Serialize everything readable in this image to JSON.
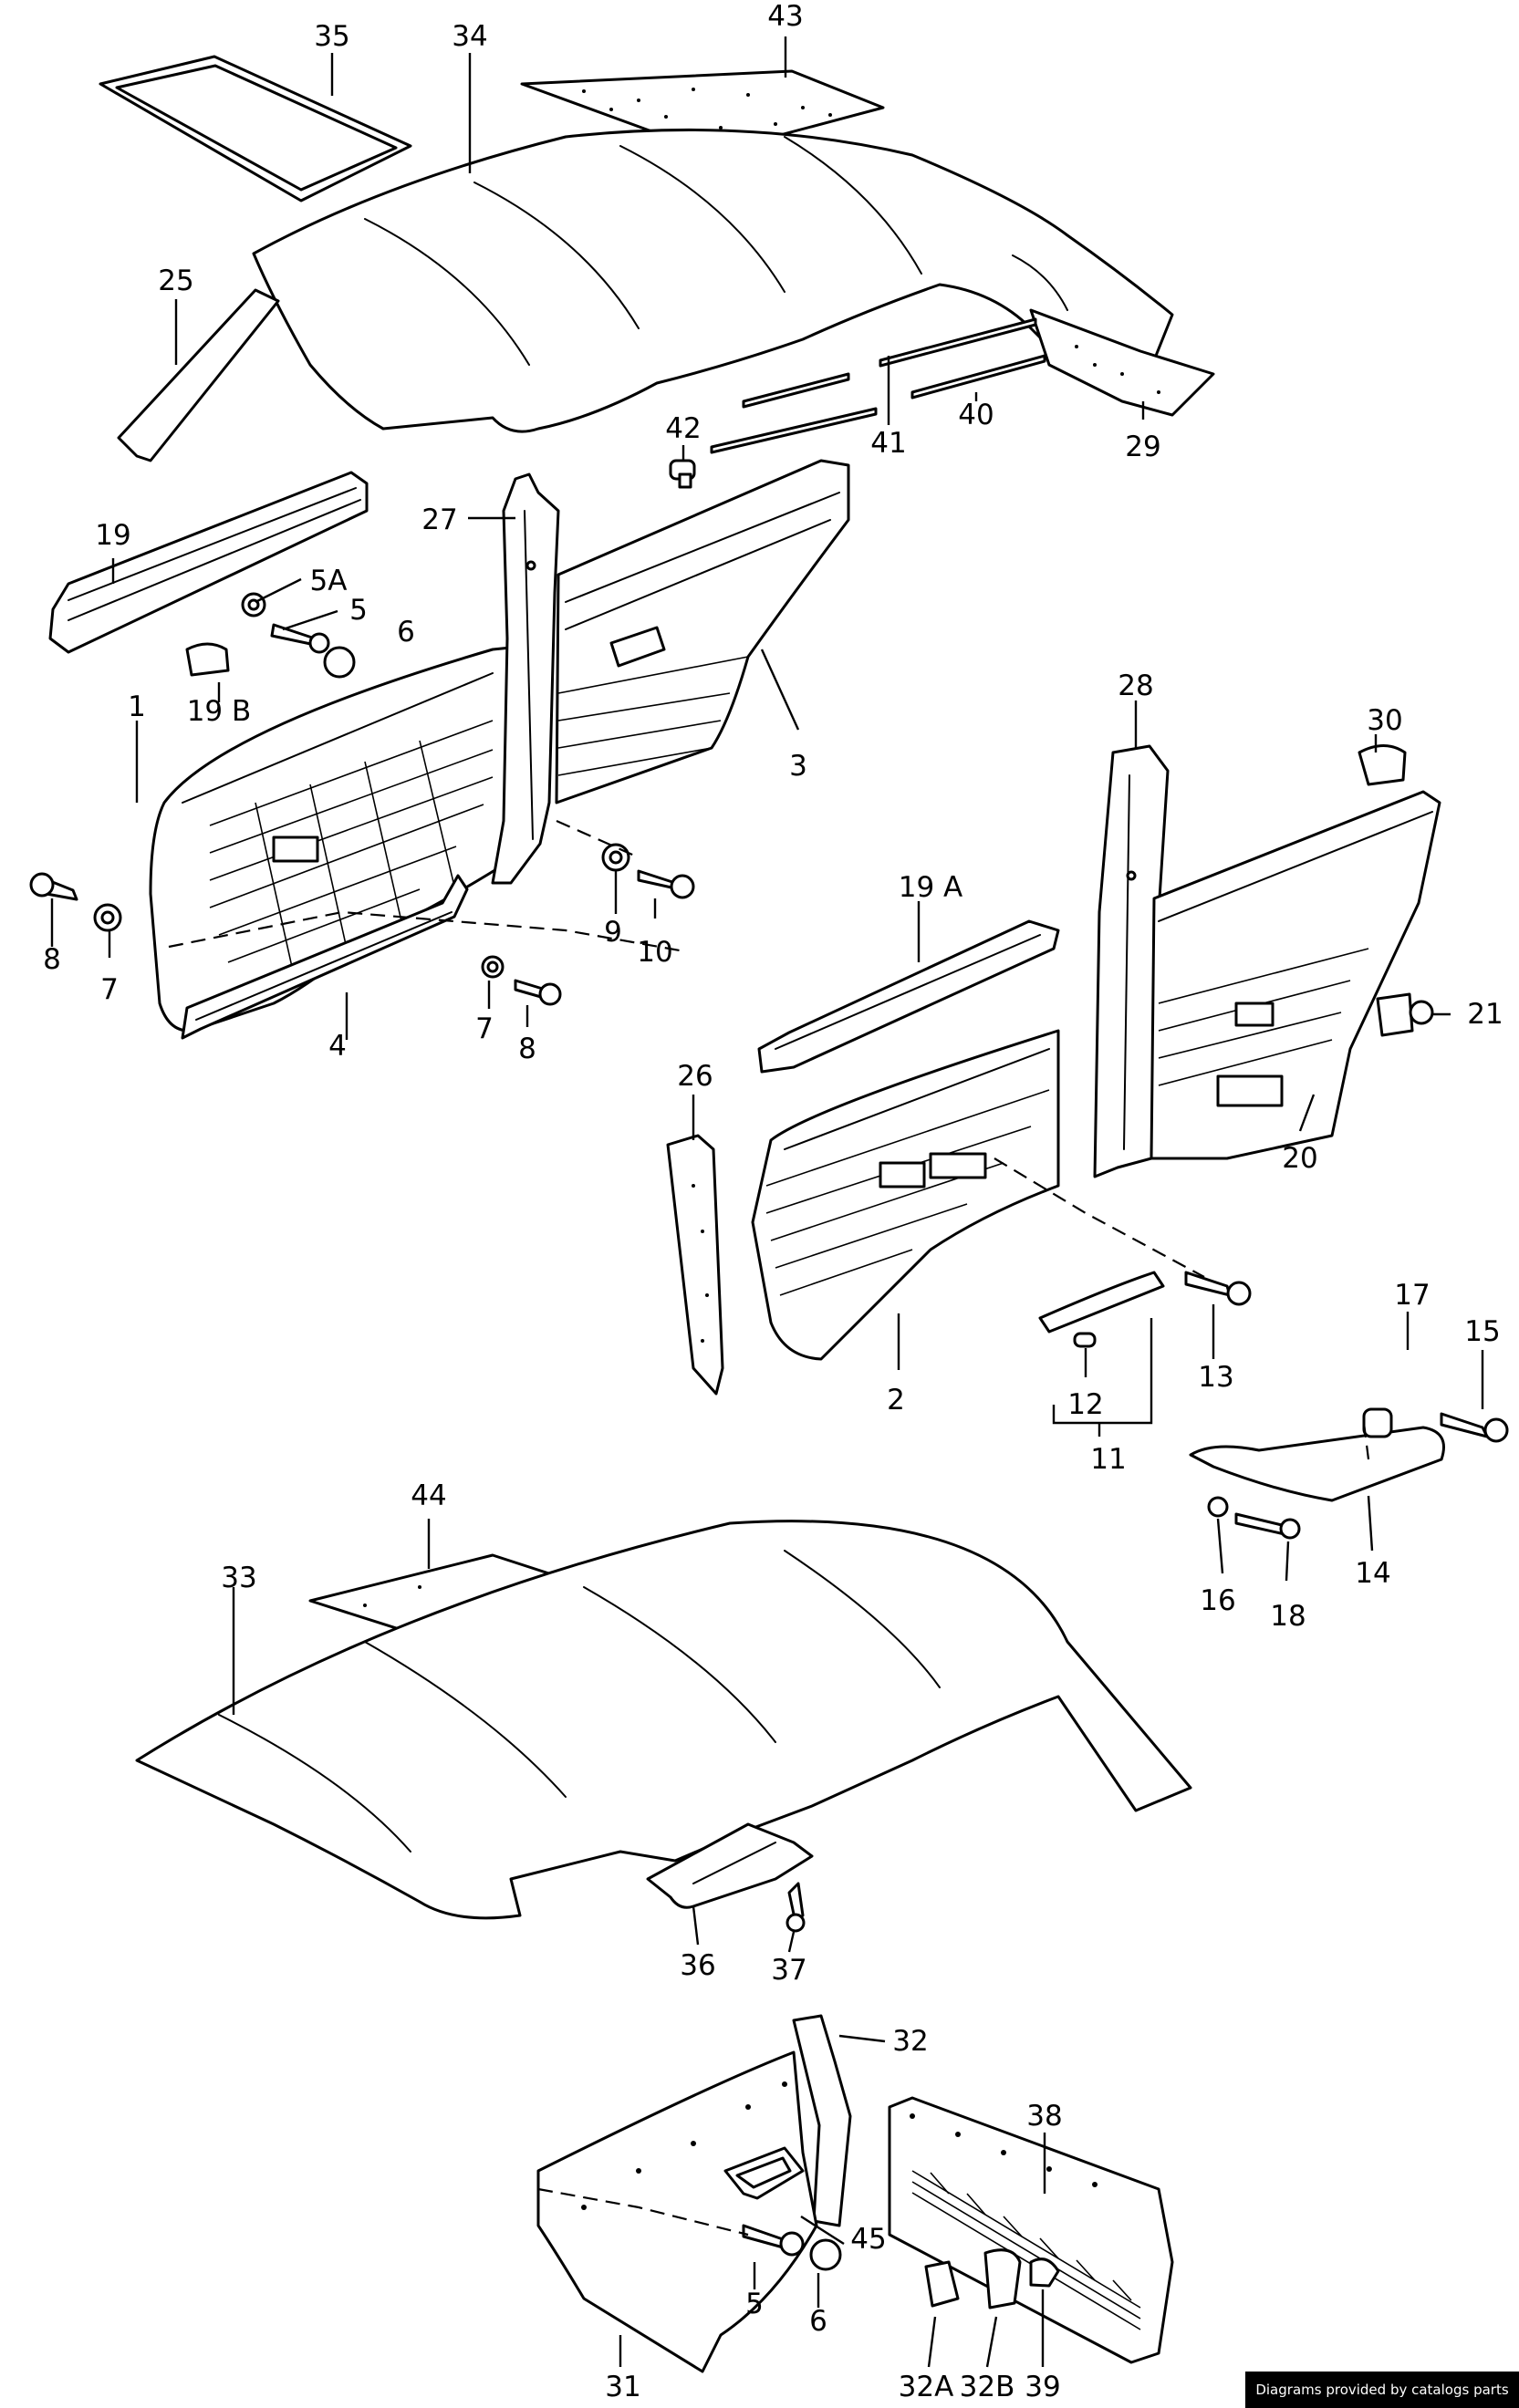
{
  "labels": {
    "l1": "1",
    "l2": "2",
    "l3": "3",
    "l4": "4",
    "l5a": "5",
    "l5b": "5",
    "l5A": "5A",
    "l6a": "6",
    "l6b": "6",
    "l7a": "7",
    "l7b": "7",
    "l8a": "8",
    "l8b": "8",
    "l9": "9",
    "l10": "10",
    "l11": "11",
    "l12": "12",
    "l13": "13",
    "l14": "14",
    "l15": "15",
    "l16": "16",
    "l17": "17",
    "l18": "18",
    "l19": "19",
    "l19A": "19 A",
    "l19B": "19 B",
    "l20": "20",
    "l21": "21",
    "l25": "25",
    "l26": "26",
    "l27": "27",
    "l28": "28",
    "l29": "29",
    "l30": "30",
    "l31": "31",
    "l32": "32",
    "l32A": "32A",
    "l32B": "32B",
    "l33": "33",
    "l34": "34",
    "l35": "35",
    "l36": "36",
    "l37": "37",
    "l38": "38",
    "l39": "39",
    "l40": "40",
    "l41": "41",
    "l42": "42",
    "l43": "43",
    "l44": "44",
    "l45": "45"
  },
  "credit": "Diagrams provided by catalogs parts",
  "colors": {
    "line": "#000000",
    "background": "#ffffff",
    "credit_bg": "#000000",
    "credit_text": "#ffffff"
  }
}
